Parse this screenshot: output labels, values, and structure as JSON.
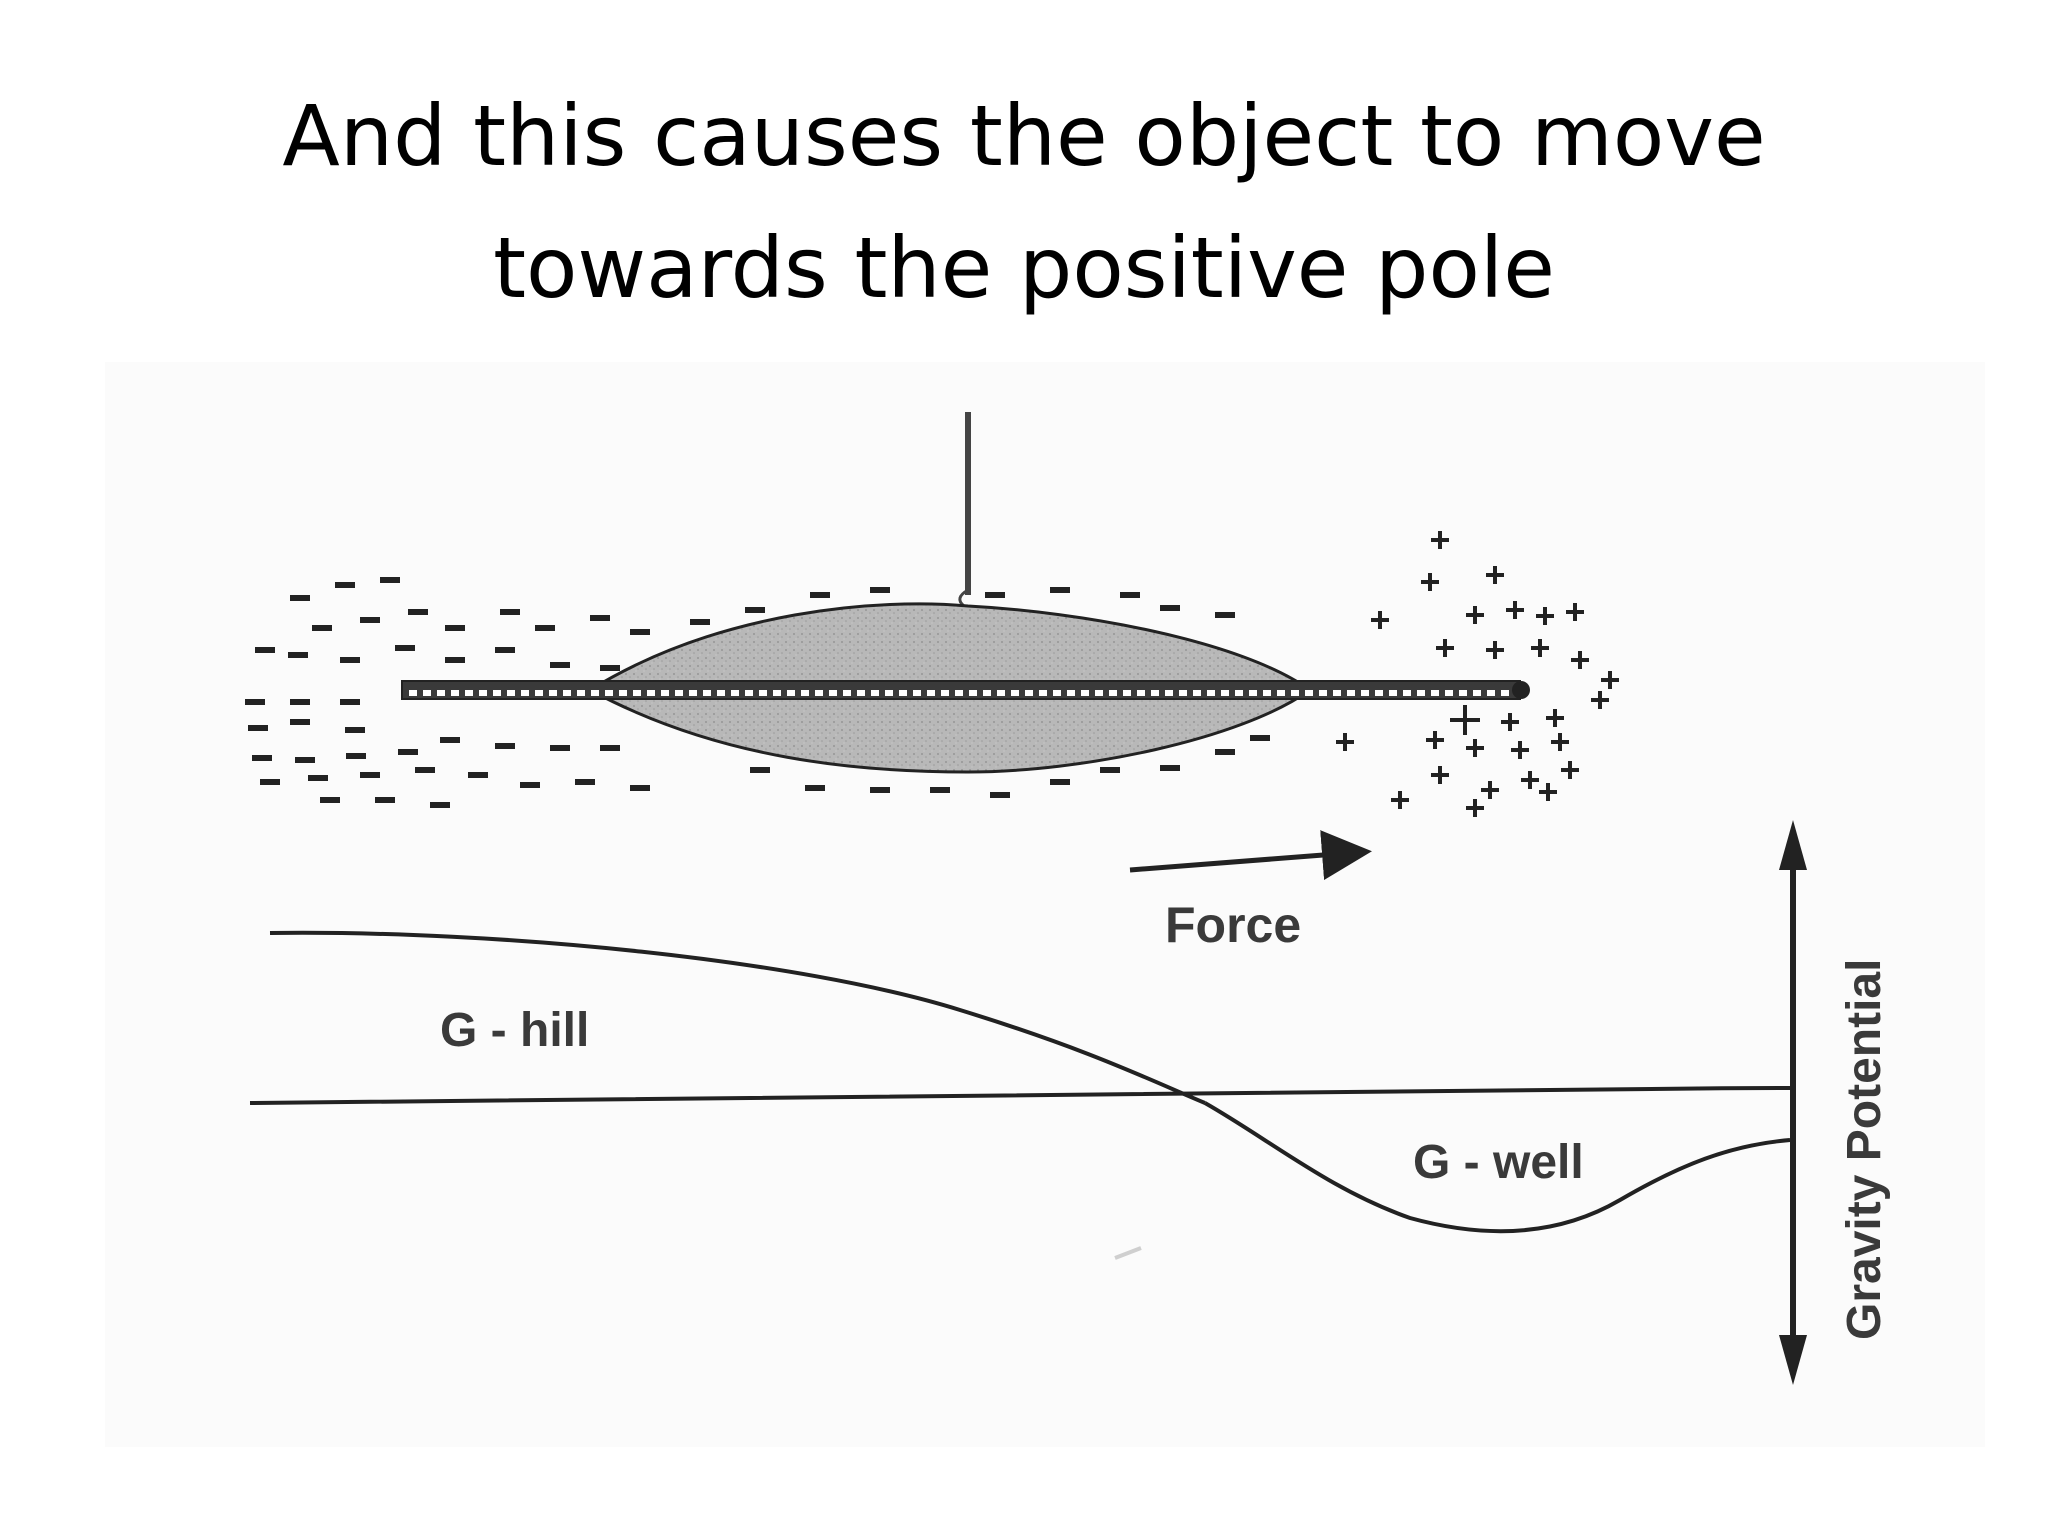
{
  "slide": {
    "title_lines": [
      "And this causes the object to move",
      "towards the positive pole"
    ]
  },
  "diagram": {
    "labels": {
      "force": "Force",
      "g_hill": "G - hill",
      "g_well": "G - well",
      "gravity_potential": "Gravity  Potential"
    },
    "colors": {
      "ink": "#222222",
      "body_fill": "#b5b5b5",
      "background": "#fbfbfb"
    },
    "charges": {
      "left": "-",
      "right": "+"
    }
  }
}
